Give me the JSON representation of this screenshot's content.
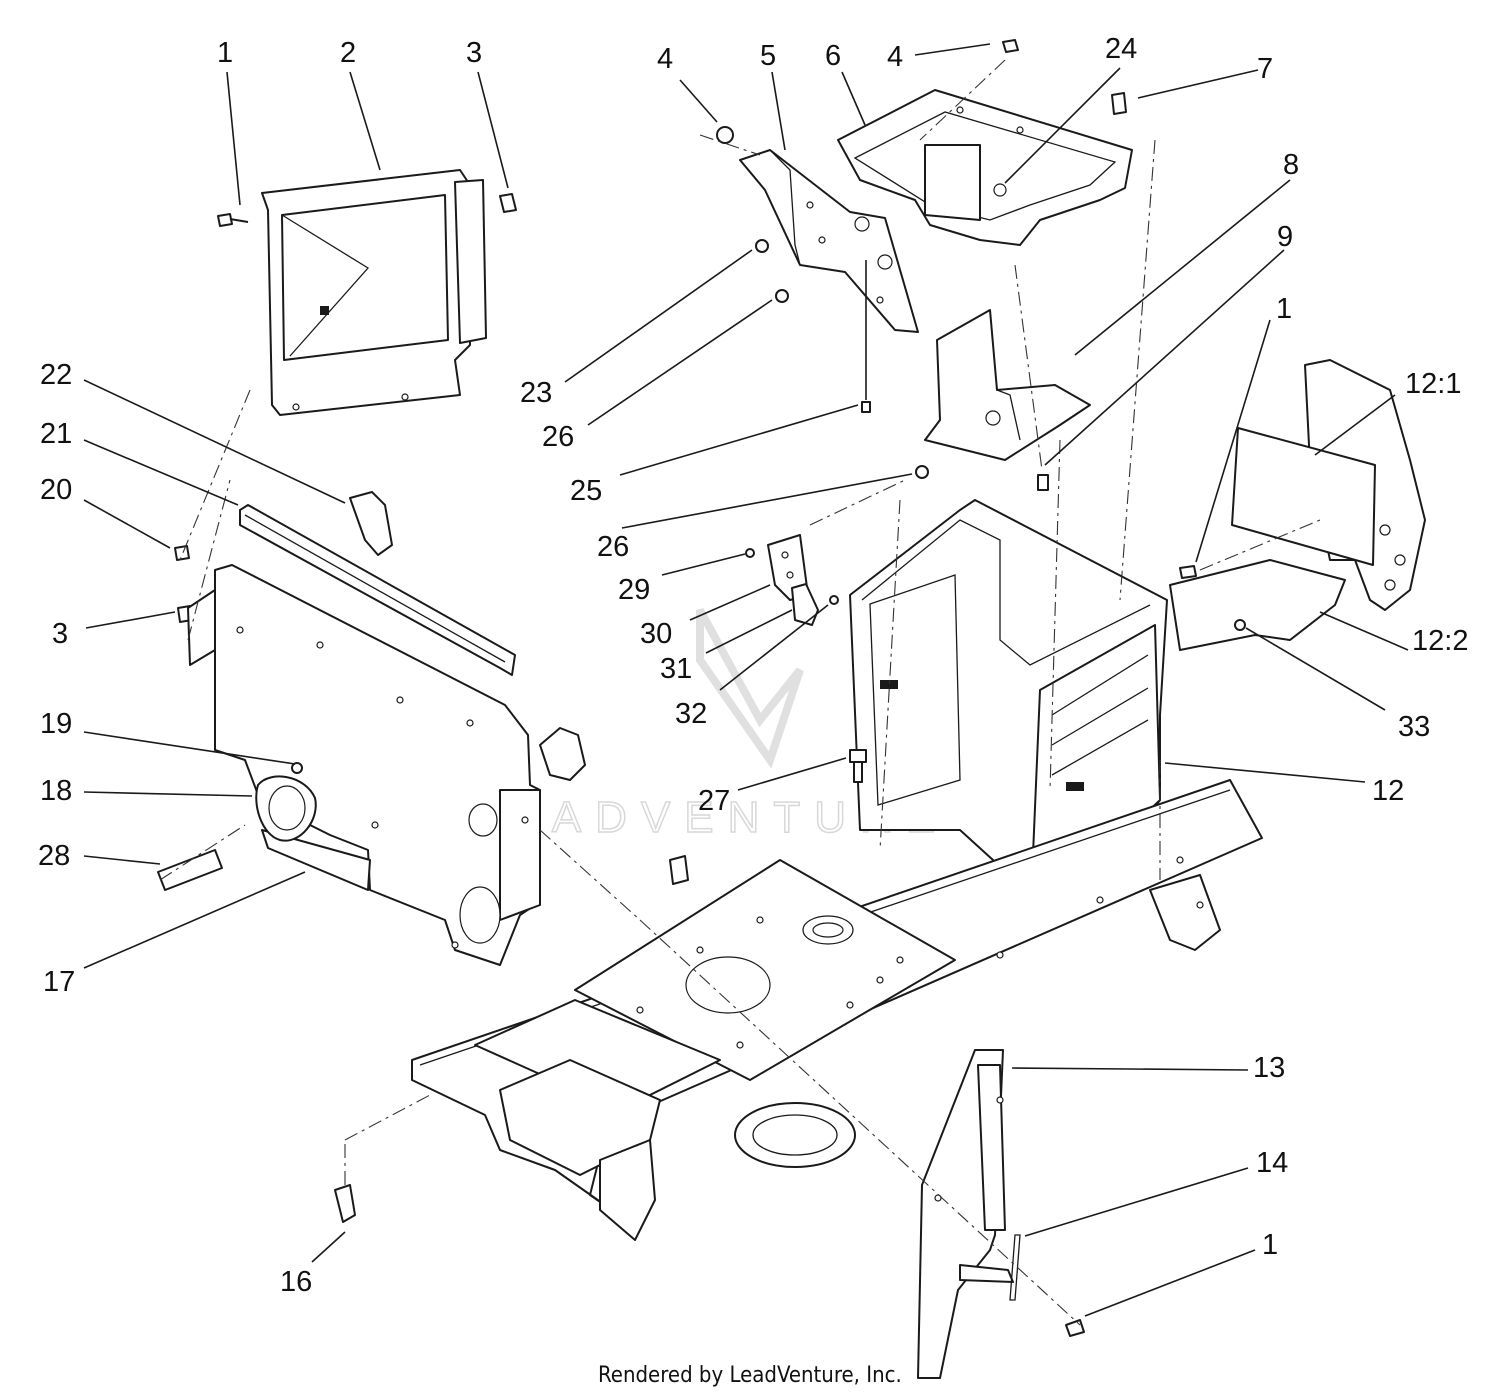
{
  "callouts": [
    {
      "id": "1",
      "text": "1"
    },
    {
      "id": "2",
      "text": "2"
    },
    {
      "id": "3a",
      "text": "3"
    },
    {
      "id": "4a",
      "text": "4"
    },
    {
      "id": "5",
      "text": "5"
    },
    {
      "id": "6",
      "text": "6"
    },
    {
      "id": "4b",
      "text": "4"
    },
    {
      "id": "24",
      "text": "24"
    },
    {
      "id": "7",
      "text": "7"
    },
    {
      "id": "8",
      "text": "8"
    },
    {
      "id": "9",
      "text": "9"
    },
    {
      "id": "1b",
      "text": "1"
    },
    {
      "id": "12-1",
      "text": "12:1"
    },
    {
      "id": "22",
      "text": "22"
    },
    {
      "id": "21",
      "text": "21"
    },
    {
      "id": "20",
      "text": "20"
    },
    {
      "id": "3b",
      "text": "3"
    },
    {
      "id": "23",
      "text": "23"
    },
    {
      "id": "26a",
      "text": "26"
    },
    {
      "id": "25",
      "text": "25"
    },
    {
      "id": "26b",
      "text": "26"
    },
    {
      "id": "29",
      "text": "29"
    },
    {
      "id": "30",
      "text": "30"
    },
    {
      "id": "31",
      "text": "31"
    },
    {
      "id": "32",
      "text": "32"
    },
    {
      "id": "12-2",
      "text": "12:2"
    },
    {
      "id": "33",
      "text": "33"
    },
    {
      "id": "19",
      "text": "19"
    },
    {
      "id": "18",
      "text": "18"
    },
    {
      "id": "28",
      "text": "28"
    },
    {
      "id": "17",
      "text": "17"
    },
    {
      "id": "27",
      "text": "27"
    },
    {
      "id": "12",
      "text": "12"
    },
    {
      "id": "13",
      "text": "13"
    },
    {
      "id": "14",
      "text": "14"
    },
    {
      "id": "1c",
      "text": "1"
    },
    {
      "id": "16",
      "text": "16"
    }
  ],
  "footer": {
    "credit": "Rendered by LeadVenture, Inc."
  },
  "watermark": {
    "text": "LEADVENTURE"
  }
}
